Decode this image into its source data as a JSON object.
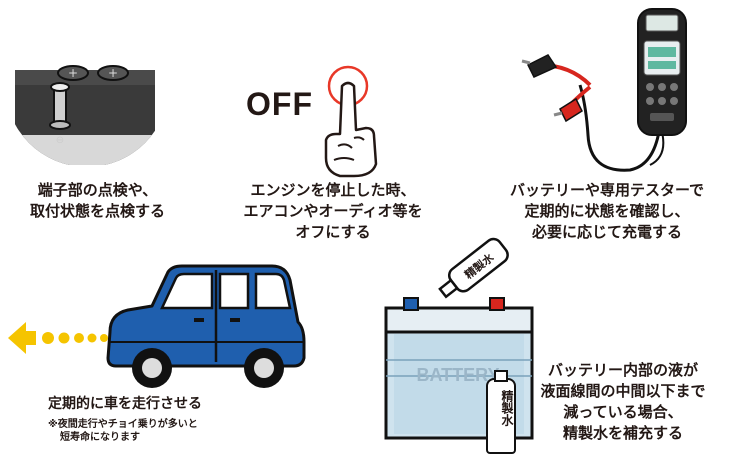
{
  "tips": [
    {
      "lines": [
        "端子部の点検や、",
        "取付状態を点検する"
      ]
    },
    {
      "off_label": "OFF",
      "lines": [
        "エンジンを停止した時、",
        "エアコンやオーディオ等を",
        "オフにする"
      ]
    },
    {
      "lines": [
        "バッテリーや専用テスターで",
        "定期的に状態を確認し、",
        "必要に応じて充電する"
      ]
    },
    {
      "lines": [
        "定期的に車を走行させる"
      ],
      "notes": [
        "※夜間走行やチョイ乗りが多いと",
        "短寿命になります"
      ]
    },
    {
      "battery_label": "BATTERY",
      "bottle_top_label": "精製水",
      "bottle_front_label": "精製水",
      "lines": [
        "バッテリー内部の液が",
        "液面線間の中間以下まで",
        "減っている場合、",
        "精製水を補充する"
      ]
    }
  ],
  "colors": {
    "car_blue": "#1f5fae",
    "arrow_yellow": "#f5c400",
    "terminal_red": "#d7261e",
    "terminal_blue": "#1e5fb0",
    "circle_red": "#e83828",
    "battery_body": "#cfe3ee"
  }
}
